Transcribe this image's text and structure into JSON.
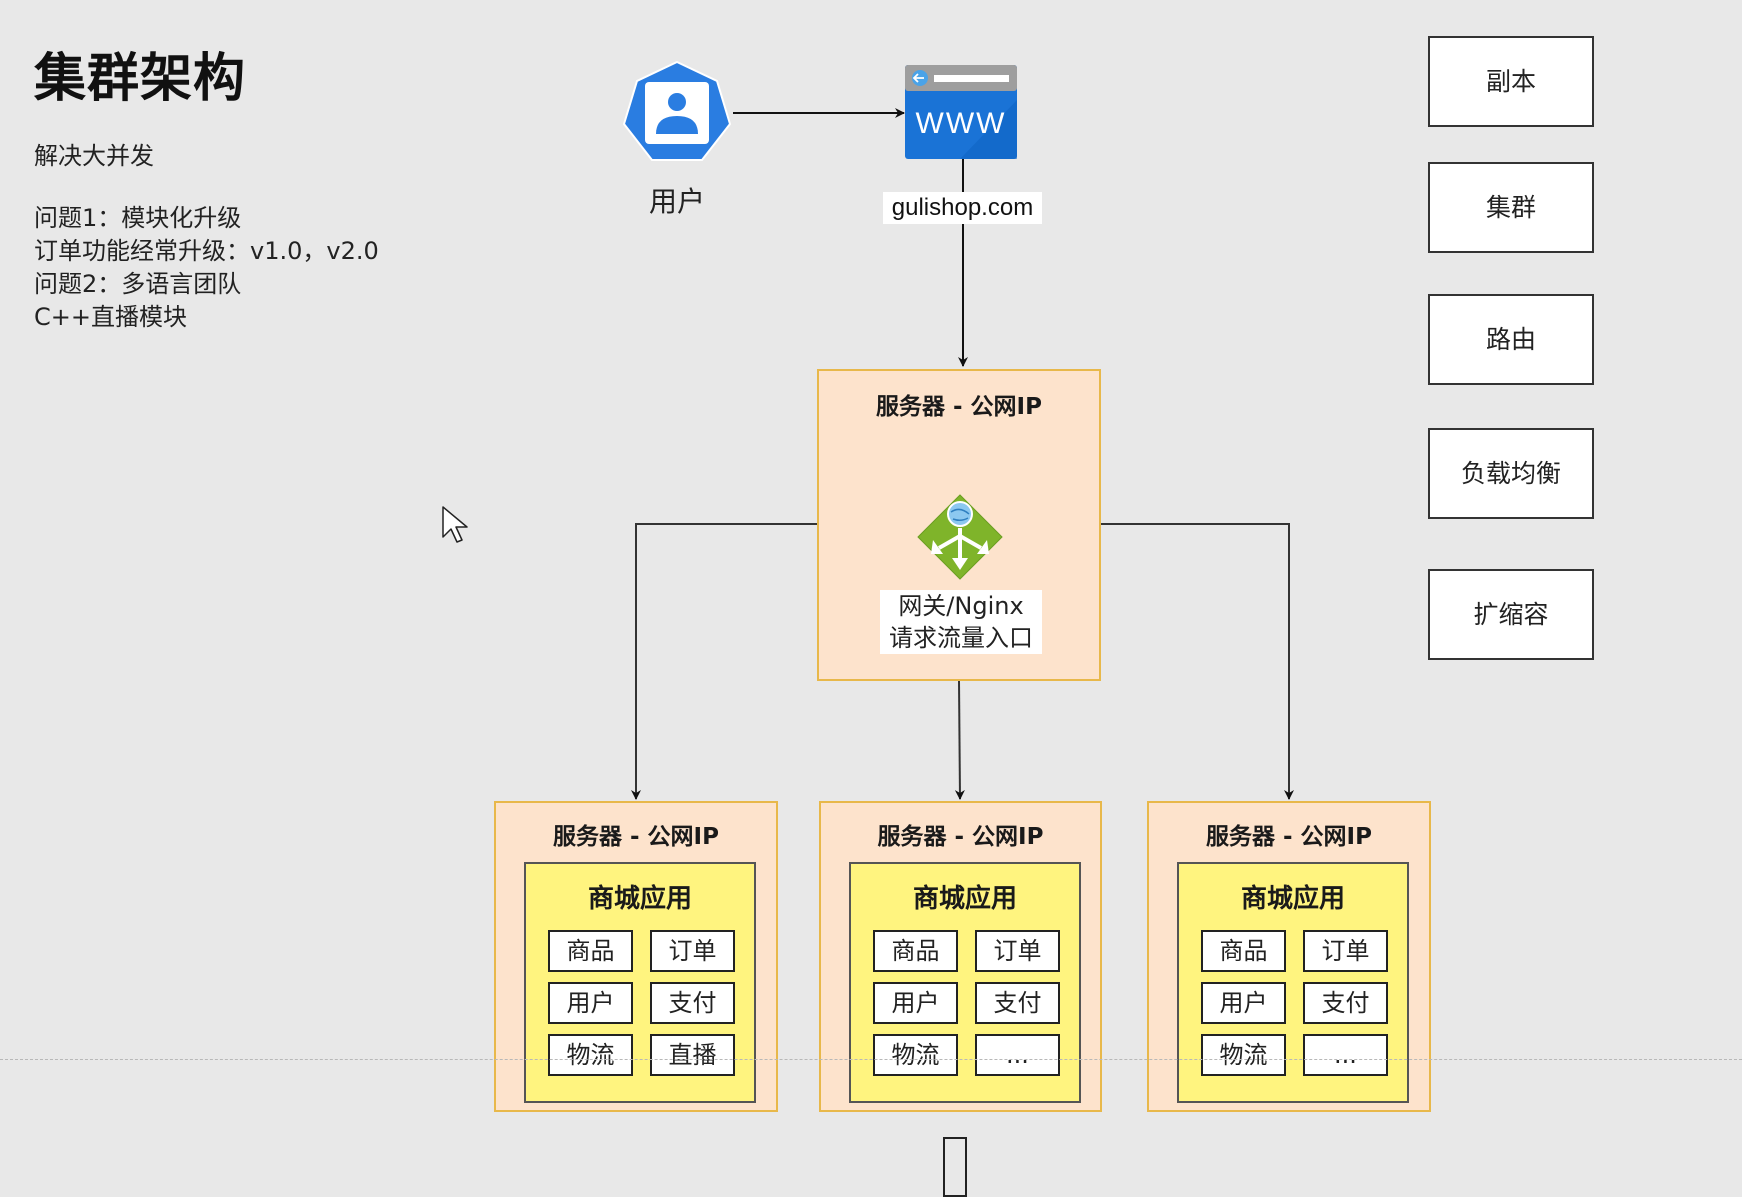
{
  "header": {
    "title": "集群架构",
    "subtitle": "解决大并发"
  },
  "notes": [
    "问题1：模块化升级",
    "订单功能经常升级：v1.0，v2.0",
    "问题2：多语言团队",
    "C++直播模块"
  ],
  "client": {
    "user_label": "用户",
    "user_icon": "user-heptagon-icon",
    "browser_icon_text": "WWW",
    "domain": "gulishop.com"
  },
  "gateway": {
    "title": "服务器 - 公网IP",
    "icon": "load-balancer-icon",
    "label_line1": "网关/Nginx",
    "label_line2": "请求流量入口"
  },
  "servers": [
    {
      "title": "服务器 - 公网IP",
      "app_title": "商城应用",
      "modules": [
        "商品",
        "订单",
        "用户",
        "支付",
        "物流",
        "直播"
      ]
    },
    {
      "title": "服务器 - 公网IP",
      "app_title": "商城应用",
      "modules": [
        "商品",
        "订单",
        "用户",
        "支付",
        "物流",
        "..."
      ]
    },
    {
      "title": "服务器 - 公网IP",
      "app_title": "商城应用",
      "modules": [
        "商品",
        "订单",
        "用户",
        "支付",
        "物流",
        "..."
      ]
    }
  ],
  "concepts": [
    "副本",
    "集群",
    "路由",
    "负载均衡",
    "扩缩容"
  ],
  "colors": {
    "background": "#e8e8e8",
    "server_fill": "#fde3cc",
    "server_border": "#e8b84a",
    "app_fill": "#fff47f",
    "user_blue": "#2a7de1",
    "browser_blue": "#1a73d6",
    "gateway_green": "#7fb42a"
  }
}
